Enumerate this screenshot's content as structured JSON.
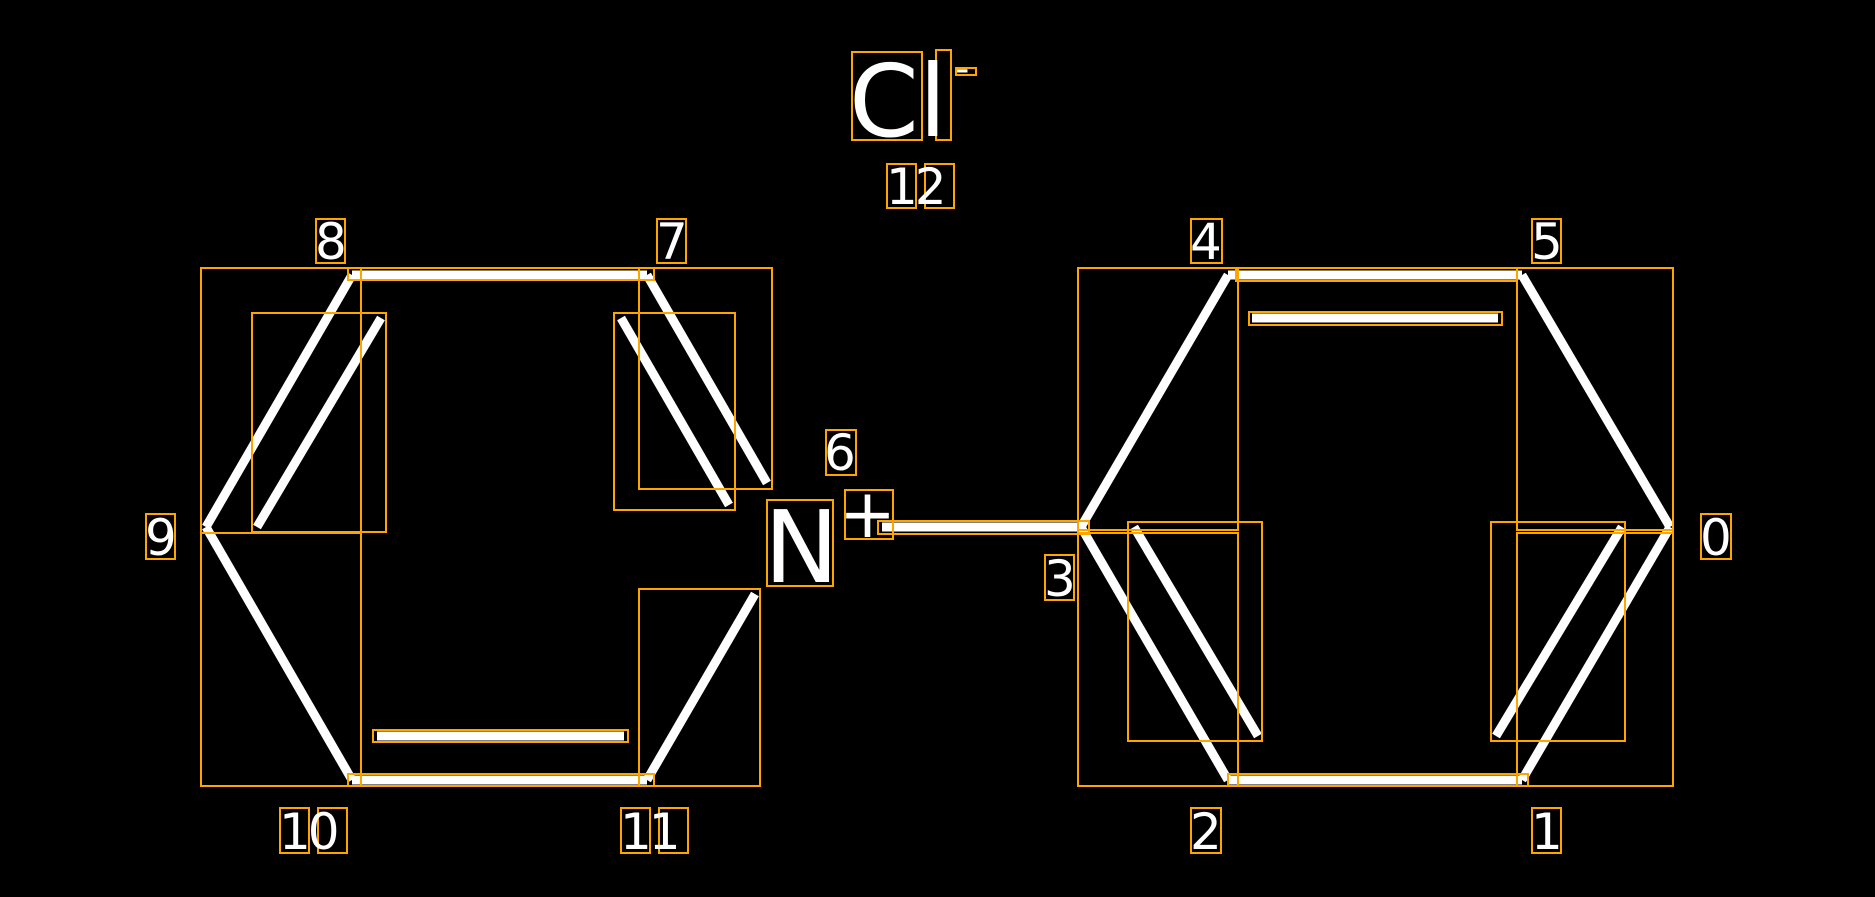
{
  "diagram": {
    "title": "",
    "colors": {
      "background": "#000000",
      "bond": "#ffffff",
      "text": "#ffffff",
      "annotation": "#ffa500"
    },
    "counterion": {
      "element": "Cl",
      "charge": "-",
      "index": "12"
    },
    "cation": {
      "element": "N",
      "charge": "+",
      "index": "6"
    },
    "atom_indices": [
      {
        "id": "idx-0",
        "label": "0"
      },
      {
        "id": "idx-1",
        "label": "1"
      },
      {
        "id": "idx-2",
        "label": "2"
      },
      {
        "id": "idx-3",
        "label": "3"
      },
      {
        "id": "idx-4",
        "label": "4"
      },
      {
        "id": "idx-5",
        "label": "5"
      },
      {
        "id": "idx-7",
        "label": "7"
      },
      {
        "id": "idx-8",
        "label": "8"
      },
      {
        "id": "idx-9",
        "label": "9"
      },
      {
        "id": "idx-10",
        "label": "10"
      },
      {
        "id": "idx-11",
        "label": "11"
      }
    ]
  }
}
